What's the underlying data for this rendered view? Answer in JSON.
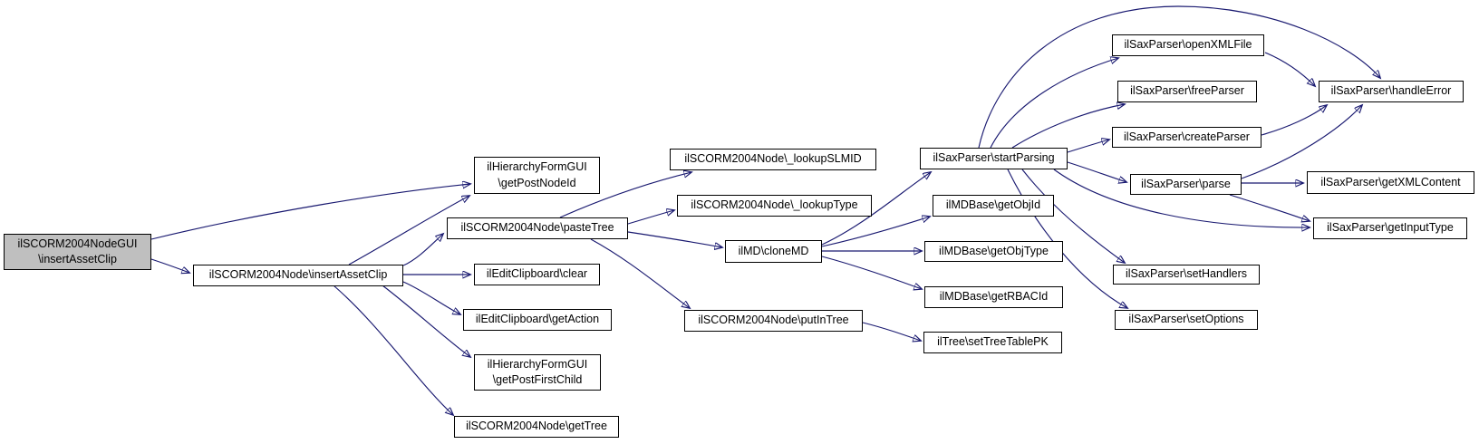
{
  "diagram": {
    "type": "call-graph",
    "root": "ilSCORM2004NodeGUI\\insertAssetClip",
    "colors": {
      "background": "#ffffff",
      "edge": "#191970",
      "node_fill": "#ffffff",
      "node_border": "#000000",
      "highlight_fill": "#bfbfbf"
    },
    "nodes": [
      {
        "id": "gui-insertAssetClip",
        "label": "ilSCORM2004NodeGUI\n\\insertAssetClip",
        "highlighted": true
      },
      {
        "id": "insertAssetClip",
        "label": "ilSCORM2004Node\\insertAssetClip"
      },
      {
        "id": "getPostNodeId",
        "label": "ilHierarchyFormGUI\n\\getPostNodeId"
      },
      {
        "id": "pasteTree",
        "label": "ilSCORM2004Node\\pasteTree"
      },
      {
        "id": "clear",
        "label": "ilEditClipboard\\clear"
      },
      {
        "id": "getAction",
        "label": "ilEditClipboard\\getAction"
      },
      {
        "id": "getPostFirstChild",
        "label": "ilHierarchyFormGUI\n\\getPostFirstChild"
      },
      {
        "id": "getTree",
        "label": "ilSCORM2004Node\\getTree"
      },
      {
        "id": "lookupSLMID",
        "label": "ilSCORM2004Node\\_lookupSLMID"
      },
      {
        "id": "lookupType",
        "label": "ilSCORM2004Node\\_lookupType"
      },
      {
        "id": "cloneMD",
        "label": "ilMD\\cloneMD"
      },
      {
        "id": "putInTree",
        "label": "ilSCORM2004Node\\putInTree"
      },
      {
        "id": "startParsing",
        "label": "ilSaxParser\\startParsing"
      },
      {
        "id": "getObjId",
        "label": "ilMDBase\\getObjId"
      },
      {
        "id": "getObjType",
        "label": "ilMDBase\\getObjType"
      },
      {
        "id": "getRBACId",
        "label": "ilMDBase\\getRBACId"
      },
      {
        "id": "setTreeTablePK",
        "label": "ilTree\\setTreeTablePK"
      },
      {
        "id": "setHandlers",
        "label": "ilSaxParser\\setHandlers"
      },
      {
        "id": "setOptions",
        "label": "ilSaxParser\\setOptions"
      },
      {
        "id": "openXMLFile",
        "label": "ilSaxParser\\openXMLFile"
      },
      {
        "id": "freeParser",
        "label": "ilSaxParser\\freeParser"
      },
      {
        "id": "createParser",
        "label": "ilSaxParser\\createParser"
      },
      {
        "id": "parse",
        "label": "ilSaxParser\\parse"
      },
      {
        "id": "handleError",
        "label": "ilSaxParser\\handleError"
      },
      {
        "id": "getXMLContent",
        "label": "ilSaxParser\\getXMLContent"
      },
      {
        "id": "getInputType",
        "label": "ilSaxParser\\getInputType"
      }
    ],
    "edges": [
      {
        "from": "gui-insertAssetClip",
        "to": "getPostNodeId"
      },
      {
        "from": "gui-insertAssetClip",
        "to": "insertAssetClip"
      },
      {
        "from": "insertAssetClip",
        "to": "getPostNodeId"
      },
      {
        "from": "insertAssetClip",
        "to": "pasteTree"
      },
      {
        "from": "insertAssetClip",
        "to": "clear"
      },
      {
        "from": "insertAssetClip",
        "to": "getAction"
      },
      {
        "from": "insertAssetClip",
        "to": "getPostFirstChild"
      },
      {
        "from": "insertAssetClip",
        "to": "getTree"
      },
      {
        "from": "pasteTree",
        "to": "lookupSLMID"
      },
      {
        "from": "pasteTree",
        "to": "lookupType"
      },
      {
        "from": "pasteTree",
        "to": "cloneMD"
      },
      {
        "from": "pasteTree",
        "to": "putInTree"
      },
      {
        "from": "cloneMD",
        "to": "startParsing"
      },
      {
        "from": "cloneMD",
        "to": "getObjId"
      },
      {
        "from": "cloneMD",
        "to": "getObjType"
      },
      {
        "from": "cloneMD",
        "to": "getRBACId"
      },
      {
        "from": "putInTree",
        "to": "setTreeTablePK"
      },
      {
        "from": "startParsing",
        "to": "openXMLFile"
      },
      {
        "from": "startParsing",
        "to": "freeParser"
      },
      {
        "from": "startParsing",
        "to": "createParser"
      },
      {
        "from": "startParsing",
        "to": "parse"
      },
      {
        "from": "startParsing",
        "to": "handleError"
      },
      {
        "from": "startParsing",
        "to": "setHandlers"
      },
      {
        "from": "startParsing",
        "to": "setOptions"
      },
      {
        "from": "startParsing",
        "to": "getInputType"
      },
      {
        "from": "parse",
        "to": "handleError"
      },
      {
        "from": "parse",
        "to": "getXMLContent"
      },
      {
        "from": "parse",
        "to": "getInputType"
      },
      {
        "from": "openXMLFile",
        "to": "handleError"
      },
      {
        "from": "createParser",
        "to": "handleError"
      }
    ]
  }
}
